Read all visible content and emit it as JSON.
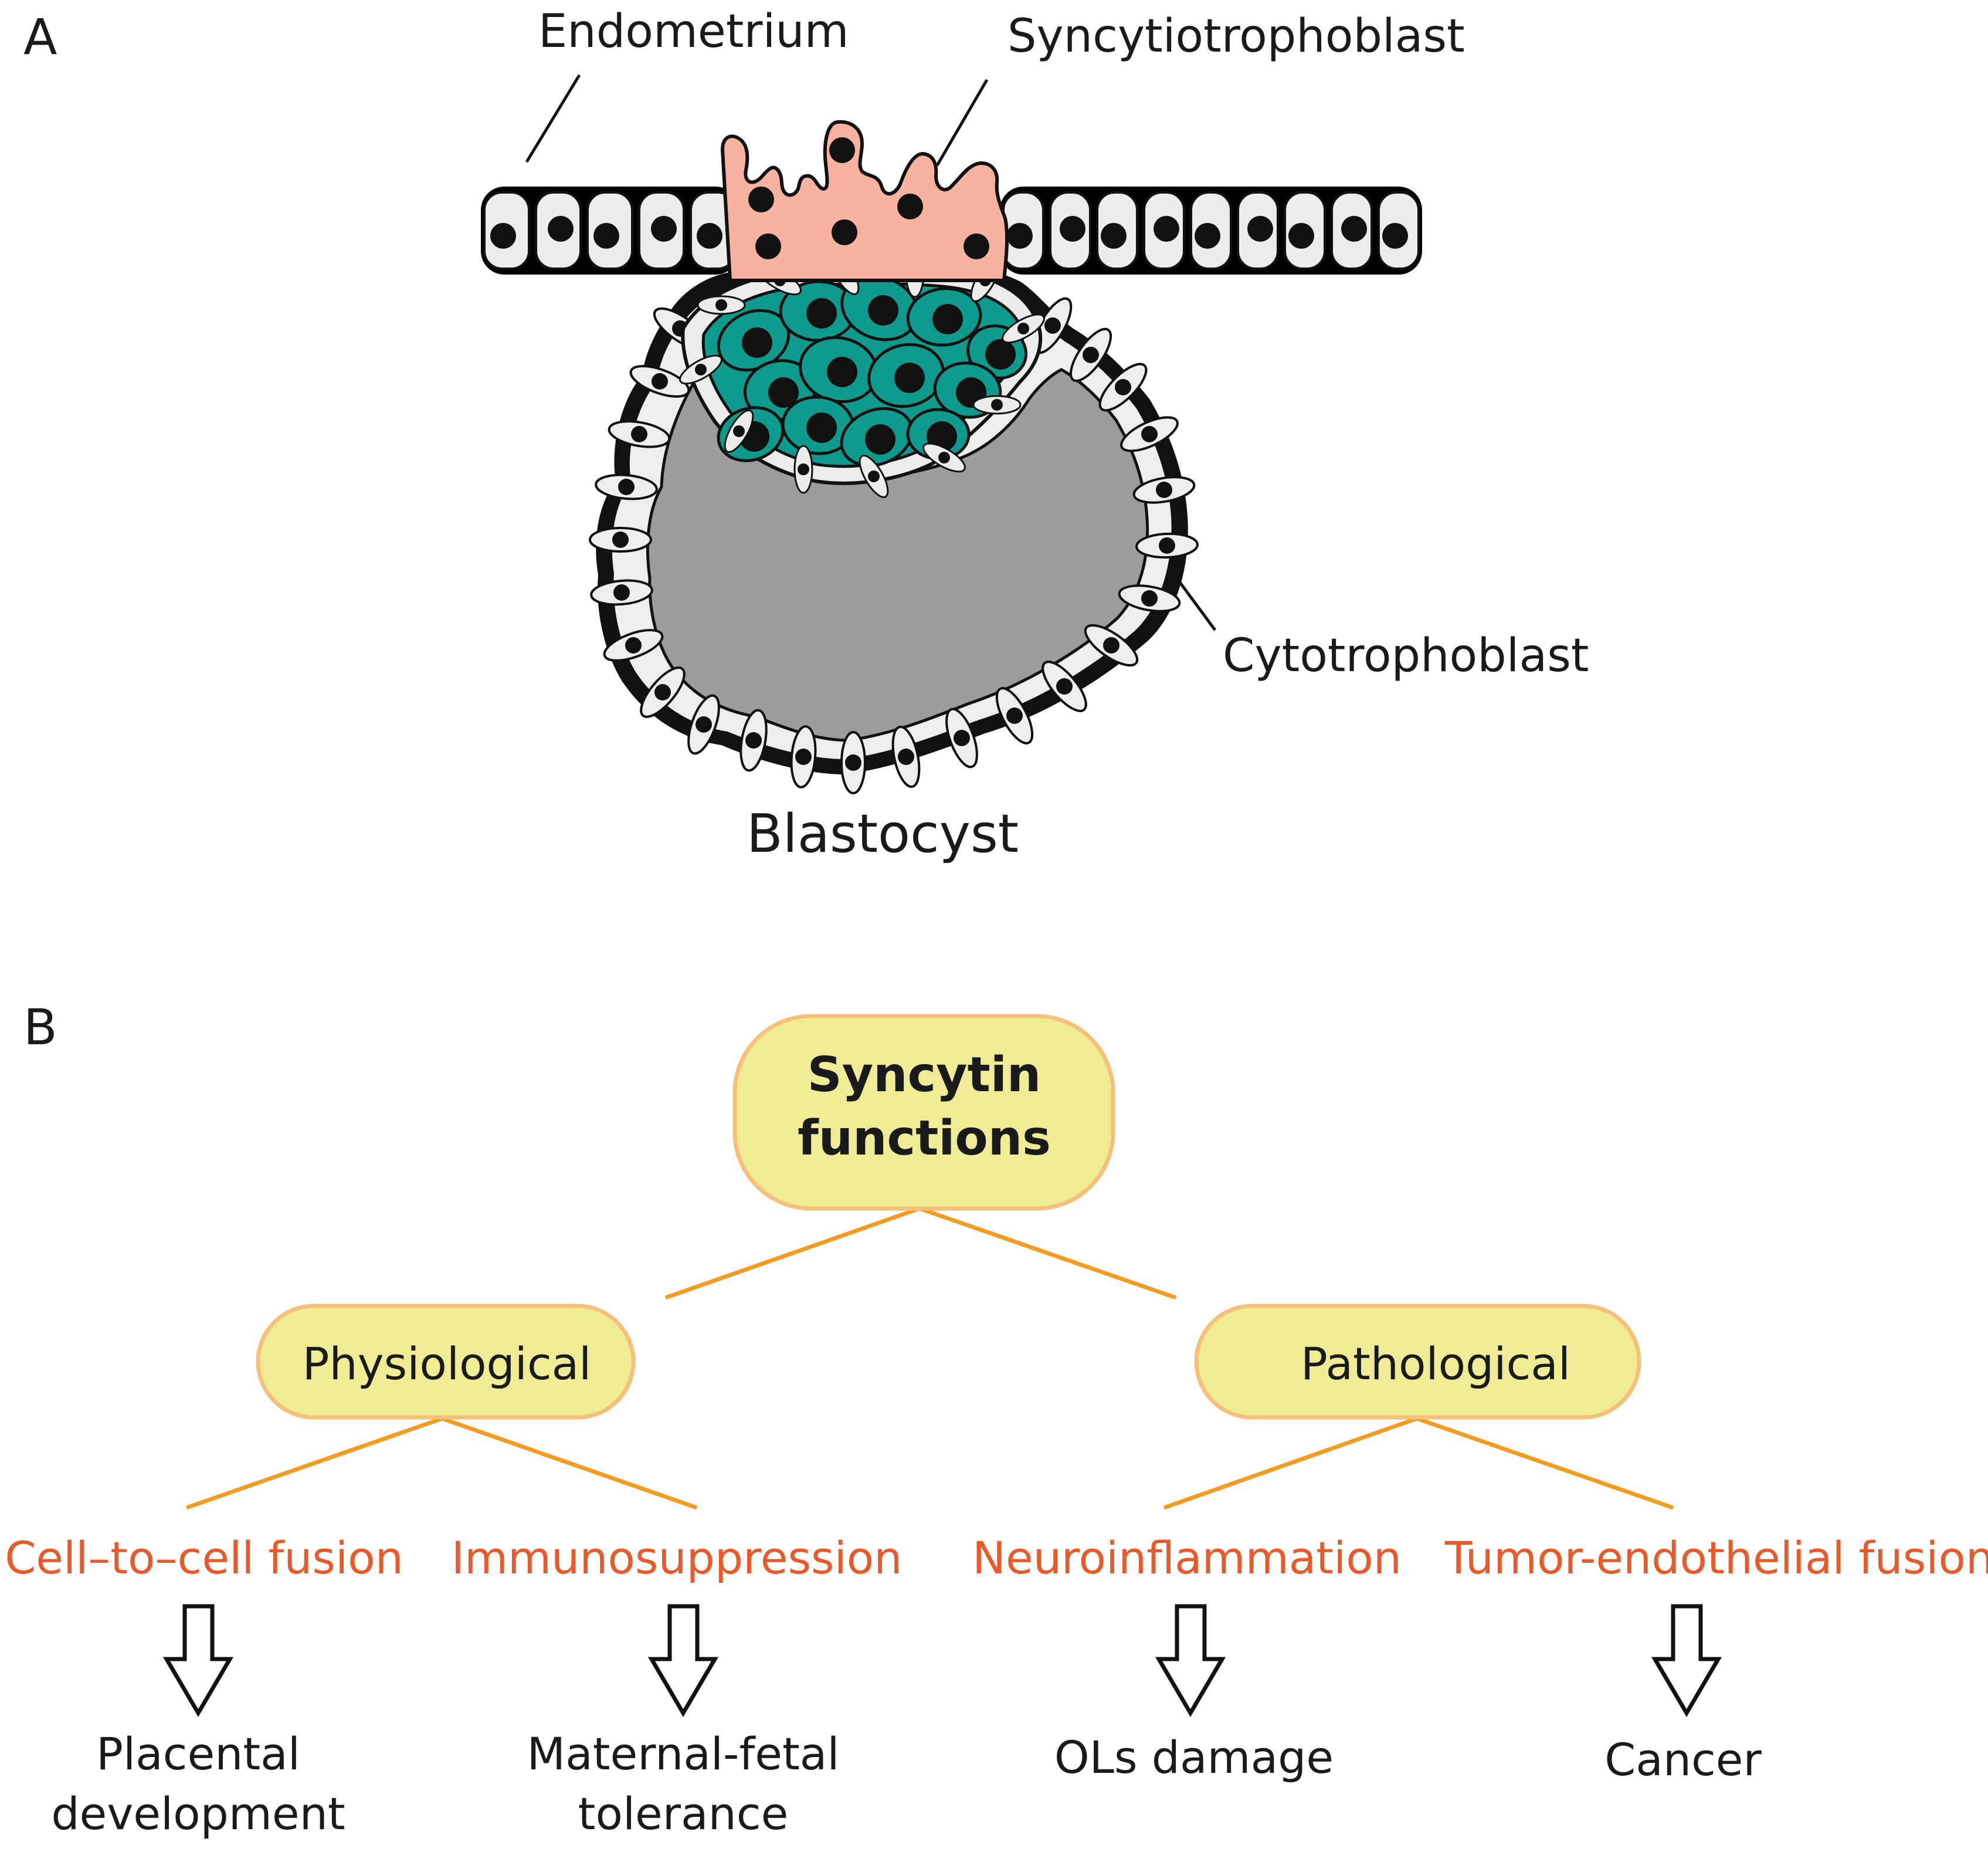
{
  "colors": {
    "box_fill": "#f0ec96",
    "box_stroke": "#f6c07a",
    "connector": "#f39c21",
    "red_text": "#e85a2a",
    "syncytio": "#f7b2a0",
    "inner_mass": "#0e9b8e",
    "cavity": "#9b9c9e",
    "cell_fill": "#eeeeee"
  },
  "panel_a": {
    "label": "A",
    "endometrium": "Endometrium",
    "syncytiotrophoblast": "Syncytiotrophoblast",
    "cytotrophoblast": "Cytotrophoblast",
    "blastocyst": "Blastocyst"
  },
  "panel_b": {
    "label": "B",
    "root": {
      "line1": "Syncytin",
      "line2": "functions"
    },
    "physiological": {
      "label": "Physiological",
      "children": [
        {
          "mechanism": "Cell–to–cell fusion",
          "outcome_line1": "Placental",
          "outcome_line2": "development"
        },
        {
          "mechanism": "Immunosuppression",
          "outcome_line1": "Maternal-fetal",
          "outcome_line2": "tolerance"
        }
      ]
    },
    "pathological": {
      "label": "Pathological",
      "children": [
        {
          "mechanism": "Neuroinflammation",
          "outcome_line1": "OLs damage",
          "outcome_line2": ""
        },
        {
          "mechanism": "Tumor-endothelial fusion",
          "outcome_line1": "Cancer",
          "outcome_line2": ""
        }
      ]
    }
  }
}
